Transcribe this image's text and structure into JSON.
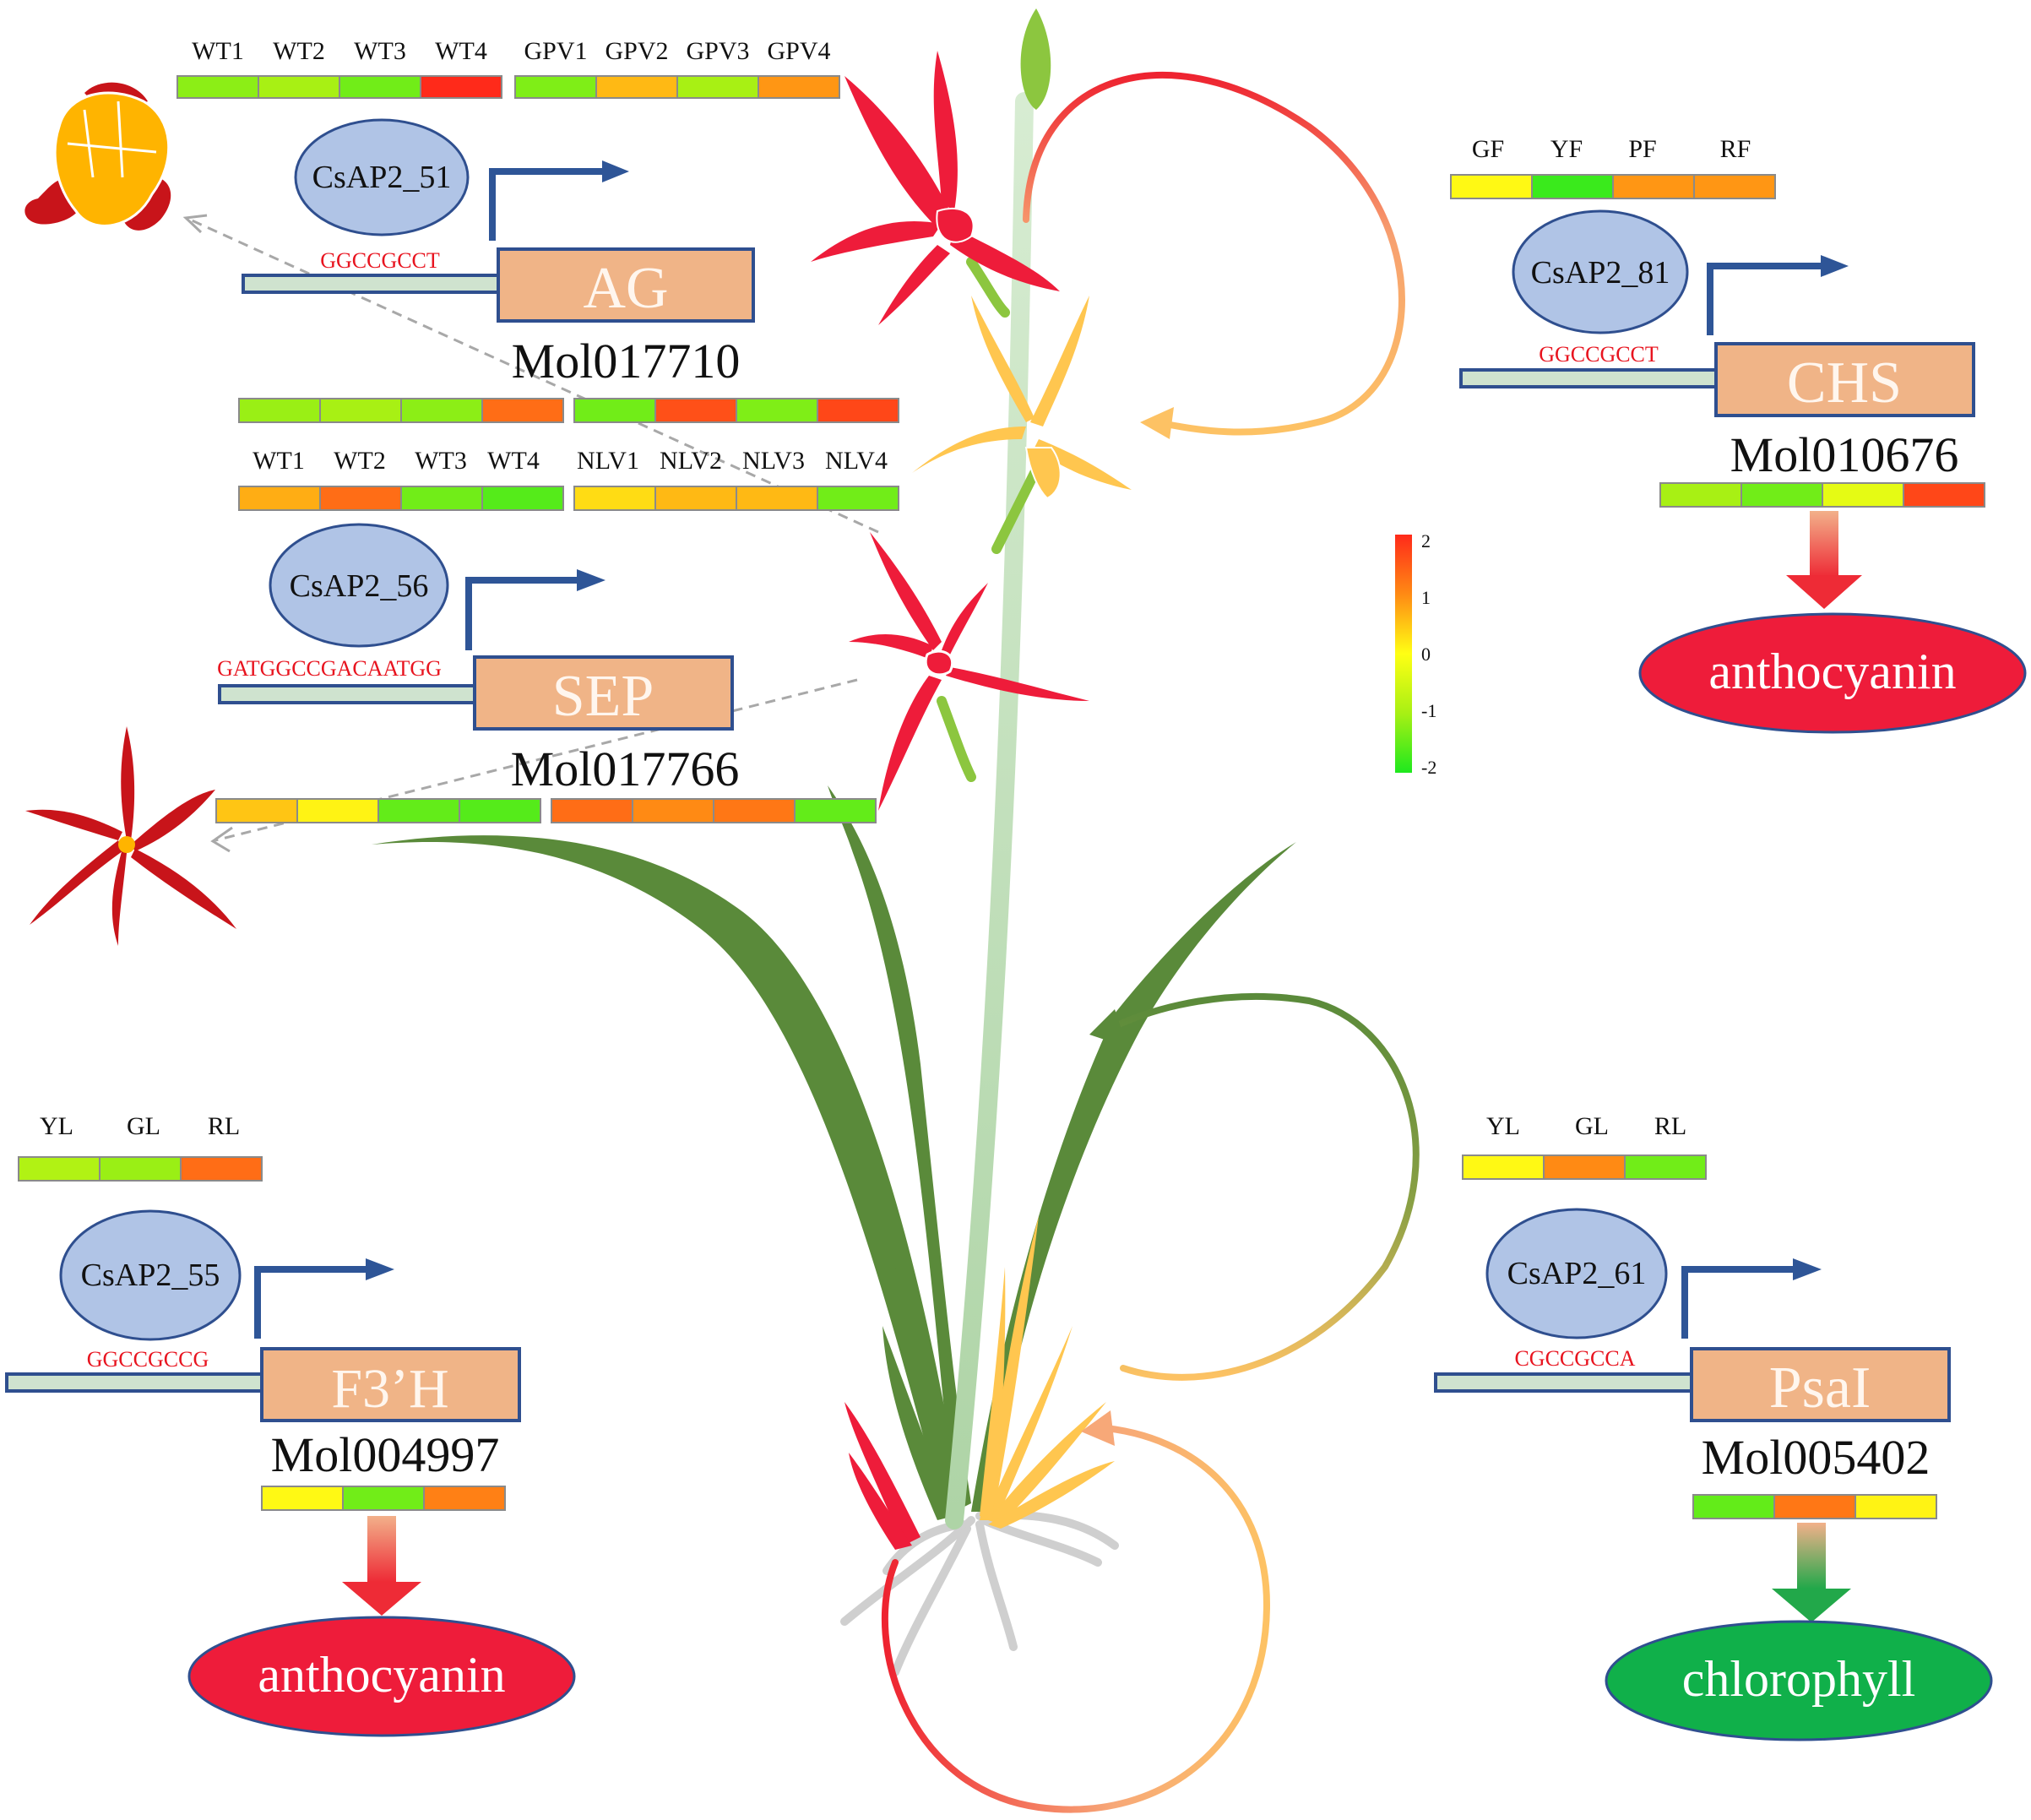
{
  "colors": {
    "tf_fill": "#b0c4e6",
    "tf_stroke": "#2f4f8f",
    "gene_fill": "#f0b487",
    "gene_stroke": "#2f4f8f",
    "promoter_fill": "#cfe3cf",
    "arrow_blue": "#2e5597",
    "seq_red": "#e8141f",
    "anthocyanin": "#ee1c3a",
    "chlorophyll": "#10b04a",
    "leaf_green": "#5a8a3a",
    "stem_green": "#b7d9b0",
    "flower_red": "#ee1c3a",
    "flower_yellow": "#ffc64f"
  },
  "modules": [
    {
      "id": "ag",
      "tf": "CsAP2_51",
      "site": "GGCCGCCT",
      "gene": "AG",
      "mol": "Mol017710",
      "heatmaps": [
        {
          "labels": [
            "WT1",
            "WT2",
            "WT3",
            "WT4"
          ],
          "values": [
            -1.2,
            -1.0,
            -1.4,
            2.0
          ]
        },
        {
          "labels": [
            "GPV1",
            "GPV2",
            "GPV3",
            "GPV4"
          ],
          "values": [
            -1.3,
            0.6,
            -1.0,
            0.9
          ]
        },
        {
          "labels": [],
          "values": [
            -1.1,
            -1.0,
            -1.2,
            1.3
          ]
        },
        {
          "labels": [],
          "values": [
            -1.4,
            1.6,
            -1.3,
            1.7
          ]
        }
      ]
    },
    {
      "id": "sep",
      "tf": "CsAP2_56",
      "site": "GATGGCCGACAATGG",
      "gene": "SEP",
      "mol": "Mol017766",
      "heatmaps": [
        {
          "labels": [
            "WT1",
            "WT2",
            "WT3",
            "WT4"
          ],
          "values": [
            0.7,
            1.3,
            -1.4,
            -1.6
          ]
        },
        {
          "labels": [
            "NLV1",
            "NLV2",
            "NLV3",
            "NLV4"
          ],
          "values": [
            0.3,
            0.6,
            0.6,
            -1.4
          ]
        },
        {
          "labels": [],
          "values": [
            0.5,
            0.1,
            -1.5,
            -1.6
          ]
        },
        {
          "labels": [],
          "values": [
            1.3,
            1.0,
            1.2,
            -1.5
          ]
        }
      ]
    },
    {
      "id": "chs",
      "tf": "CsAP2_81",
      "site": "GGCCGCCT",
      "gene": "CHS",
      "mol": "Mol010676",
      "product": "anthocyanin",
      "heatmaps": [
        {
          "labels": [
            "GF",
            "YF",
            "PF",
            "RF"
          ],
          "values": [
            0.05,
            -1.8,
            0.9,
            0.9
          ]
        },
        {
          "labels": [],
          "values": [
            -1.0,
            -1.4,
            -0.3,
            1.7
          ]
        }
      ]
    },
    {
      "id": "f3h",
      "tf": "CsAP2_55",
      "site": "GGCCGCCG",
      "gene": "F3’H",
      "mol": "Mol004997",
      "product": "anthocyanin",
      "heatmaps": [
        {
          "labels": [
            "YL",
            "GL",
            "RL"
          ],
          "values": [
            -0.9,
            -1.1,
            1.3
          ]
        },
        {
          "labels": [],
          "values": [
            0.05,
            -1.4,
            1.1
          ]
        }
      ]
    },
    {
      "id": "psai",
      "tf": "CsAP2_61",
      "site": "CGCCGCCA",
      "gene": "PsaI",
      "mol": "Mol005402",
      "product": "chlorophyll",
      "heatmaps": [
        {
          "labels": [
            "YL",
            "GL",
            "RL"
          ],
          "values": [
            0.05,
            1.0,
            -1.4
          ]
        },
        {
          "labels": [],
          "values": [
            -1.5,
            1.2,
            0.1
          ]
        }
      ]
    }
  ],
  "colorbar": {
    "min": -2,
    "max": 2,
    "ticks": [
      "2",
      "1",
      "0",
      "-1",
      "-2"
    ]
  }
}
